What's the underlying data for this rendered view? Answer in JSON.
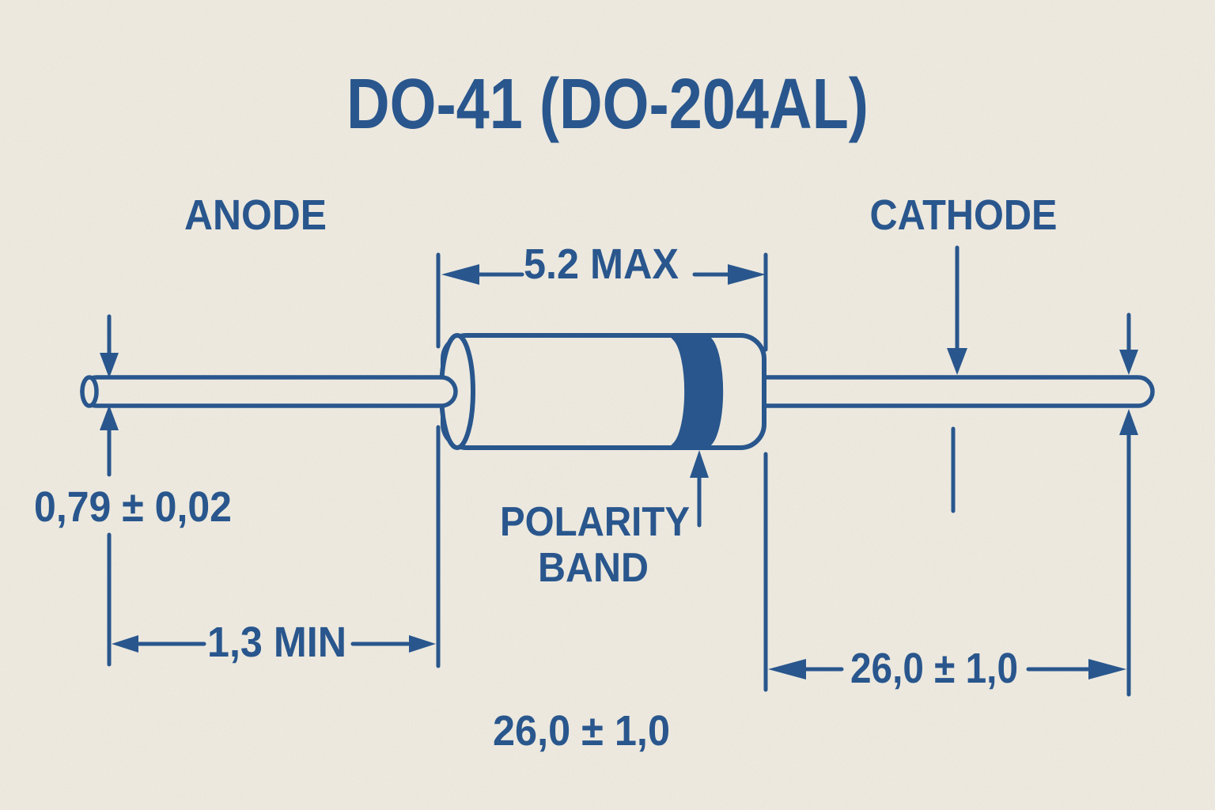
{
  "title": "DO-41 (DO-204AL)",
  "terminals": {
    "anode": "ANODE",
    "cathode": "CATHODE"
  },
  "polarity": {
    "line1": "POLARITY",
    "line2": "BAND"
  },
  "dimensions": {
    "body_length": "5.2 MAX",
    "lead_diameter": "0,79 ± 0,02",
    "lead_to_body": "1,3 MIN",
    "lead_length_right": "26,0 ± 1,0",
    "lead_length_bottom": "26,0 ± 1,0"
  },
  "colors": {
    "ink": "#2b5a93",
    "paper": "#f6f2e8"
  }
}
